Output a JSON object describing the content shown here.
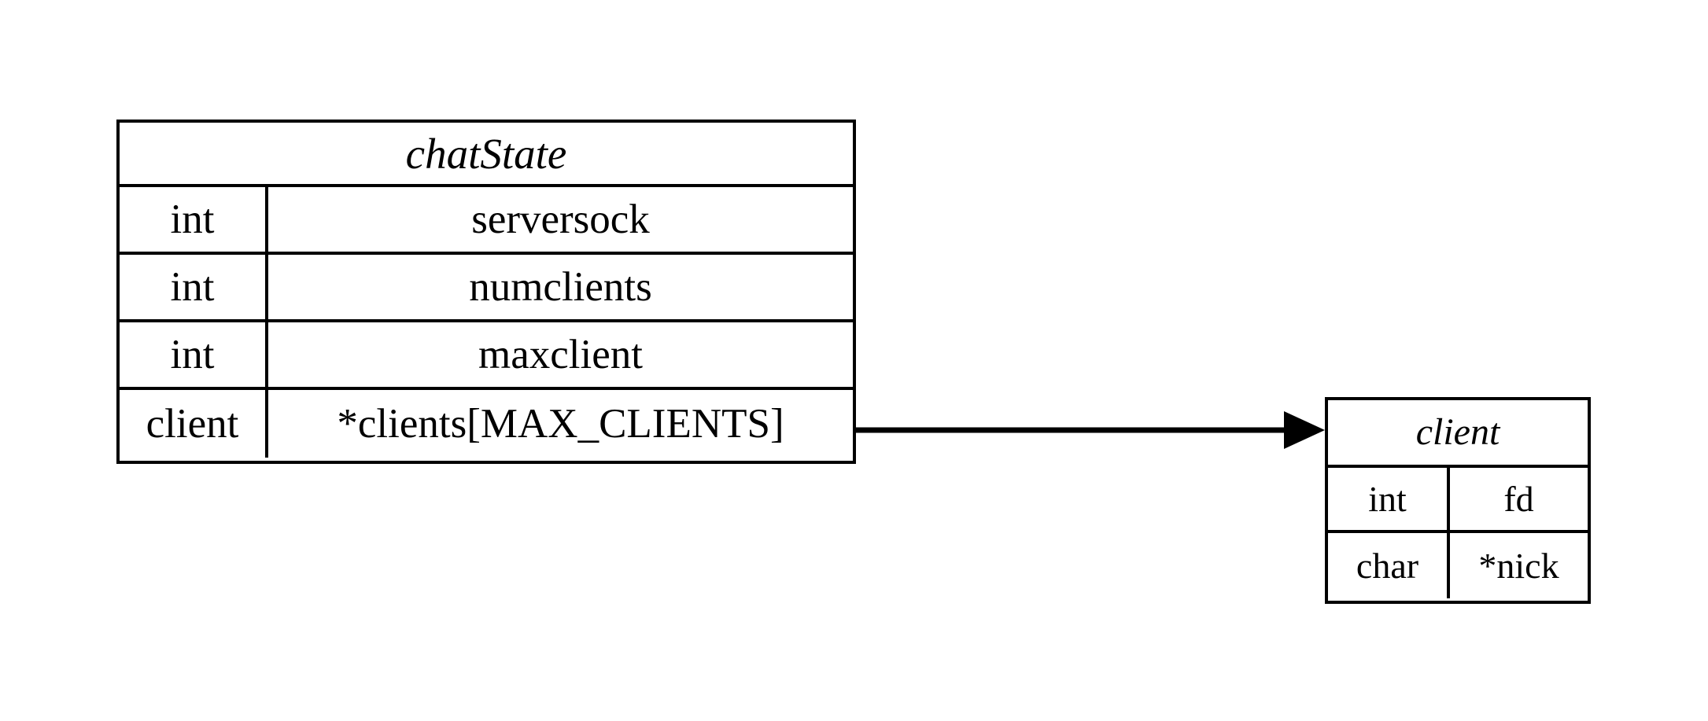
{
  "diagram": {
    "type": "struct-relationship",
    "background_color": "#ffffff",
    "line_color": "#000000",
    "structs": [
      {
        "id": "chatState",
        "title": "chatState",
        "fields": [
          {
            "type": "int",
            "name": "serversock"
          },
          {
            "type": "int",
            "name": "numclients"
          },
          {
            "type": "int",
            "name": "maxclient"
          },
          {
            "type": "client",
            "name": "*clients[MAX_CLIENTS]"
          }
        ]
      },
      {
        "id": "client",
        "title": "client",
        "fields": [
          {
            "type": "int",
            "name": "fd"
          },
          {
            "type": "char",
            "name": "*nick"
          }
        ]
      }
    ],
    "edges": [
      {
        "id": "clients-to-client",
        "from": "chatState.*clients[MAX_CLIENTS]",
        "to": "client",
        "style": "solid",
        "arrowhead": "filled-triangle",
        "label": ""
      }
    ]
  }
}
